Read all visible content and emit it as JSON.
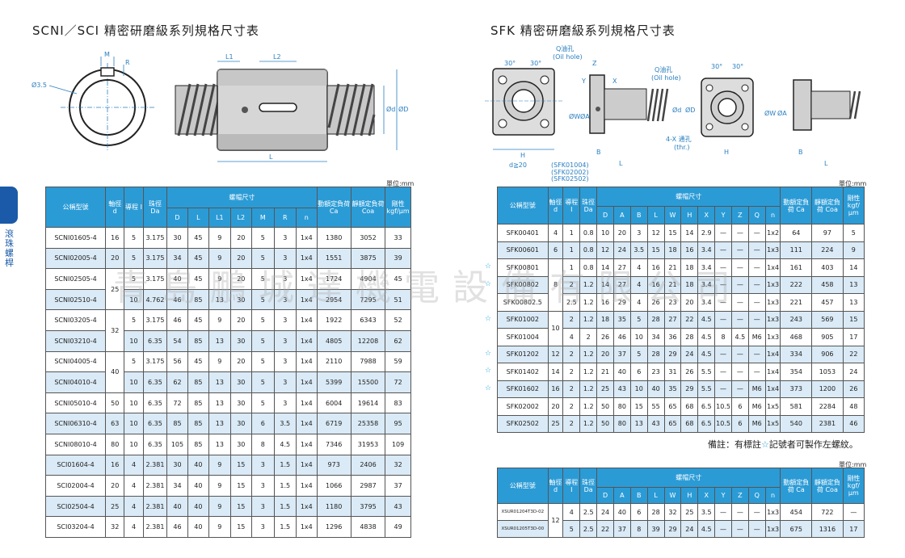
{
  "left": {
    "title": "SCNI／SCI 精密研磨級系列規格尺寸表",
    "unit": "單位:mm",
    "drawing_labels": {
      "m": "M",
      "r": "R",
      "d35": "Ø3.5",
      "l1": "L1",
      "l2": "L2",
      "l": "L",
      "dd": "Ød",
      "dD": "ØD"
    },
    "header": {
      "model": "公稱型號",
      "shaft": "軸徑 d",
      "lead": "導程 I",
      "ball": "珠徑 Da",
      "nut": "螺帽尺寸",
      "D": "D",
      "L": "L",
      "L1": "L1",
      "L2": "L2",
      "M": "M",
      "R": "R",
      "n": "n",
      "ca": "動額定負荷 Ca",
      "coa": "靜額定負荷 Coa",
      "rig": "剛性 kgf/μm"
    },
    "rows": [
      [
        "SCNI01605-4",
        "16",
        "5",
        "3.175",
        "30",
        "45",
        "9",
        "20",
        "5",
        "3",
        "1x4",
        "1380",
        "3052",
        "33"
      ],
      [
        "SCNI02005-4",
        "20",
        "5",
        "3.175",
        "34",
        "45",
        "9",
        "20",
        "5",
        "3",
        "1x4",
        "1551",
        "3875",
        "39"
      ],
      [
        "SCNI02505-4",
        "25",
        "5",
        "3.175",
        "40",
        "45",
        "9",
        "20",
        "5",
        "3",
        "1x4",
        "1724",
        "4904",
        "45"
      ],
      [
        "SCNI02510-4",
        "25",
        "10",
        "4.762",
        "46",
        "85",
        "13",
        "30",
        "5",
        "3",
        "1x4",
        "2954",
        "7295",
        "51"
      ],
      [
        "SCNI03205-4",
        "32",
        "5",
        "3.175",
        "46",
        "45",
        "9",
        "20",
        "5",
        "3",
        "1x4",
        "1922",
        "6343",
        "52"
      ],
      [
        "SCNI03210-4",
        "32",
        "10",
        "6.35",
        "54",
        "85",
        "13",
        "30",
        "5",
        "3",
        "1x4",
        "4805",
        "12208",
        "62"
      ],
      [
        "SCNI04005-4",
        "40",
        "5",
        "3.175",
        "56",
        "45",
        "9",
        "20",
        "5",
        "3",
        "1x4",
        "2110",
        "7988",
        "59"
      ],
      [
        "SCNI04010-4",
        "40",
        "10",
        "6.35",
        "62",
        "85",
        "13",
        "30",
        "5",
        "3",
        "1x4",
        "5399",
        "15500",
        "72"
      ],
      [
        "SCNI05010-4",
        "50",
        "10",
        "6.35",
        "72",
        "85",
        "13",
        "30",
        "5",
        "3",
        "1x4",
        "6004",
        "19614",
        "83"
      ],
      [
        "SCNI06310-4",
        "63",
        "10",
        "6.35",
        "85",
        "85",
        "13",
        "30",
        "6",
        "3.5",
        "1x4",
        "6719",
        "25358",
        "95"
      ],
      [
        "SCNI08010-4",
        "80",
        "10",
        "6.35",
        "105",
        "85",
        "13",
        "30",
        "8",
        "4.5",
        "1x4",
        "7346",
        "31953",
        "109"
      ],
      [
        "SCI01604-4",
        "16",
        "4",
        "2.381",
        "30",
        "40",
        "9",
        "15",
        "3",
        "1.5",
        "1x4",
        "973",
        "2406",
        "32"
      ],
      [
        "SCI02004-4",
        "20",
        "4",
        "2.381",
        "34",
        "40",
        "9",
        "15",
        "3",
        "1.5",
        "1x4",
        "1066",
        "2987",
        "37"
      ],
      [
        "SCI02504-4",
        "25",
        "4",
        "2.381",
        "40",
        "40",
        "9",
        "15",
        "3",
        "1.5",
        "1x4",
        "1180",
        "3795",
        "43"
      ],
      [
        "SCI03204-4",
        "32",
        "4",
        "2.381",
        "46",
        "40",
        "9",
        "15",
        "3",
        "1.5",
        "1x4",
        "1296",
        "4838",
        "49"
      ]
    ]
  },
  "right": {
    "title": "SFK 精密研磨級系列規格尺寸表",
    "unit": "單位:mm",
    "unit2": "單位:mm",
    "drawing_labels": {
      "q_oil": "Q油孔",
      "oil_hole": "(Oil hole)",
      "q_oil2": "Q油孔",
      "oil_hole2": "(Oil hole)",
      "deg30a": "30°",
      "deg30b": "30°",
      "deg30c": "30°",
      "deg30d": "30°",
      "z": "Z",
      "y": "Y",
      "x": "X",
      "w": "ØW",
      "a": "ØA",
      "d": "Ød",
      "D": "ØD",
      "h": "H",
      "b": "B",
      "l": "L",
      "h2": "H",
      "b2": "B",
      "l2": "L",
      "w2": "ØW",
      "a2": "ØA",
      "thru": "4-X 通孔",
      "thr": "(thr.)",
      "d20": "d≧20",
      "m1": "(SFK01004)",
      "m2": "(SFK02002)",
      "m3": "(SFK02502)"
    },
    "header": {
      "model": "公稱型號",
      "shaft": "軸徑 d",
      "lead": "導程 I",
      "ball": "珠徑 Da",
      "nut": "螺帽尺寸",
      "D": "D",
      "A": "A",
      "B": "B",
      "L": "L",
      "W": "W",
      "H": "H",
      "X": "X",
      "Y": "Y",
      "Z": "Z",
      "Q": "Q",
      "n": "n",
      "ca": "動額定負荷 Ca",
      "coa": "靜額定負荷 Coa",
      "rig": "剛性 kgf/μm"
    },
    "star": "☆",
    "rows": [
      {
        "star": false,
        "v": [
          "SFK00401",
          "4",
          "1",
          "0.8",
          "10",
          "20",
          "3",
          "12",
          "15",
          "14",
          "2.9",
          "—",
          "—",
          "—",
          "1x2",
          "64",
          "97",
          "5"
        ]
      },
      {
        "star": false,
        "v": [
          "SFK00601",
          "6",
          "1",
          "0.8",
          "12",
          "24",
          "3.5",
          "15",
          "18",
          "16",
          "3.4",
          "—",
          "—",
          "—",
          "1x3",
          "111",
          "224",
          "9"
        ]
      },
      {
        "star": true,
        "v": [
          "SFK00801",
          "8",
          "1",
          "0.8",
          "14",
          "27",
          "4",
          "16",
          "21",
          "18",
          "3.4",
          "—",
          "—",
          "—",
          "1x4",
          "161",
          "403",
          "14"
        ]
      },
      {
        "star": true,
        "v": [
          "SFK00802",
          "8",
          "2",
          "1.2",
          "14",
          "27",
          "4",
          "16",
          "21",
          "18",
          "3.4",
          "—",
          "—",
          "—",
          "1x3",
          "222",
          "458",
          "13"
        ]
      },
      {
        "star": false,
        "v": [
          "SFK00802.5",
          "8",
          "2.5",
          "1.2",
          "16",
          "29",
          "4",
          "26",
          "23",
          "20",
          "3.4",
          "—",
          "—",
          "—",
          "1x3",
          "221",
          "457",
          "13"
        ]
      },
      {
        "star": true,
        "v": [
          "SFK01002",
          "10",
          "2",
          "1.2",
          "18",
          "35",
          "5",
          "28",
          "27",
          "22",
          "4.5",
          "—",
          "—",
          "—",
          "1x3",
          "243",
          "569",
          "15"
        ]
      },
      {
        "star": false,
        "v": [
          "SFK01004",
          "10",
          "4",
          "2",
          "26",
          "46",
          "10",
          "34",
          "36",
          "28",
          "4.5",
          "8",
          "4.5",
          "M6",
          "1x3",
          "468",
          "905",
          "17"
        ]
      },
      {
        "star": true,
        "v": [
          "SFK01202",
          "12",
          "2",
          "1.2",
          "20",
          "37",
          "5",
          "28",
          "29",
          "24",
          "4.5",
          "—",
          "—",
          "—",
          "1x4",
          "334",
          "906",
          "22"
        ]
      },
      {
        "star": true,
        "v": [
          "SFK01402",
          "14",
          "2",
          "1.2",
          "21",
          "40",
          "6",
          "23",
          "31",
          "26",
          "5.5",
          "—",
          "—",
          "—",
          "1x4",
          "354",
          "1053",
          "24"
        ]
      },
      {
        "star": true,
        "v": [
          "SFK01602",
          "16",
          "2",
          "1.2",
          "25",
          "43",
          "10",
          "40",
          "35",
          "29",
          "5.5",
          "—",
          "—",
          "M6",
          "1x4",
          "373",
          "1200",
          "26"
        ]
      },
      {
        "star": false,
        "v": [
          "SFK02002",
          "20",
          "2",
          "1.2",
          "50",
          "80",
          "15",
          "55",
          "65",
          "68",
          "6.5",
          "10.5",
          "6",
          "M6",
          "1x5",
          "581",
          "2284",
          "48"
        ]
      },
      {
        "star": false,
        "v": [
          "SFK02502",
          "25",
          "2",
          "1.2",
          "50",
          "80",
          "13",
          "43",
          "65",
          "68",
          "6.5",
          "10.5",
          "6",
          "M6",
          "1x5",
          "540",
          "2381",
          "46"
        ]
      }
    ],
    "note_prefix": "備註：有標註",
    "note_suffix": "記號者可製作左螺紋。",
    "rows2": [
      [
        "XSUR01204T3D-02",
        "12",
        "4",
        "2.5",
        "24",
        "40",
        "6",
        "28",
        "32",
        "25",
        "3.5",
        "—",
        "—",
        "—",
        "1x3",
        "454",
        "722",
        "—"
      ],
      [
        "XSUR01205T3D-00",
        "12",
        "5",
        "2.5",
        "22",
        "37",
        "8",
        "39",
        "29",
        "24",
        "4.5",
        "—",
        "—",
        "—",
        "1x3",
        "675",
        "1316",
        "17"
      ]
    ]
  },
  "side": {
    "text": "滾珠螺桿"
  },
  "watermark": "青島鵬城達機電設備有限公司"
}
